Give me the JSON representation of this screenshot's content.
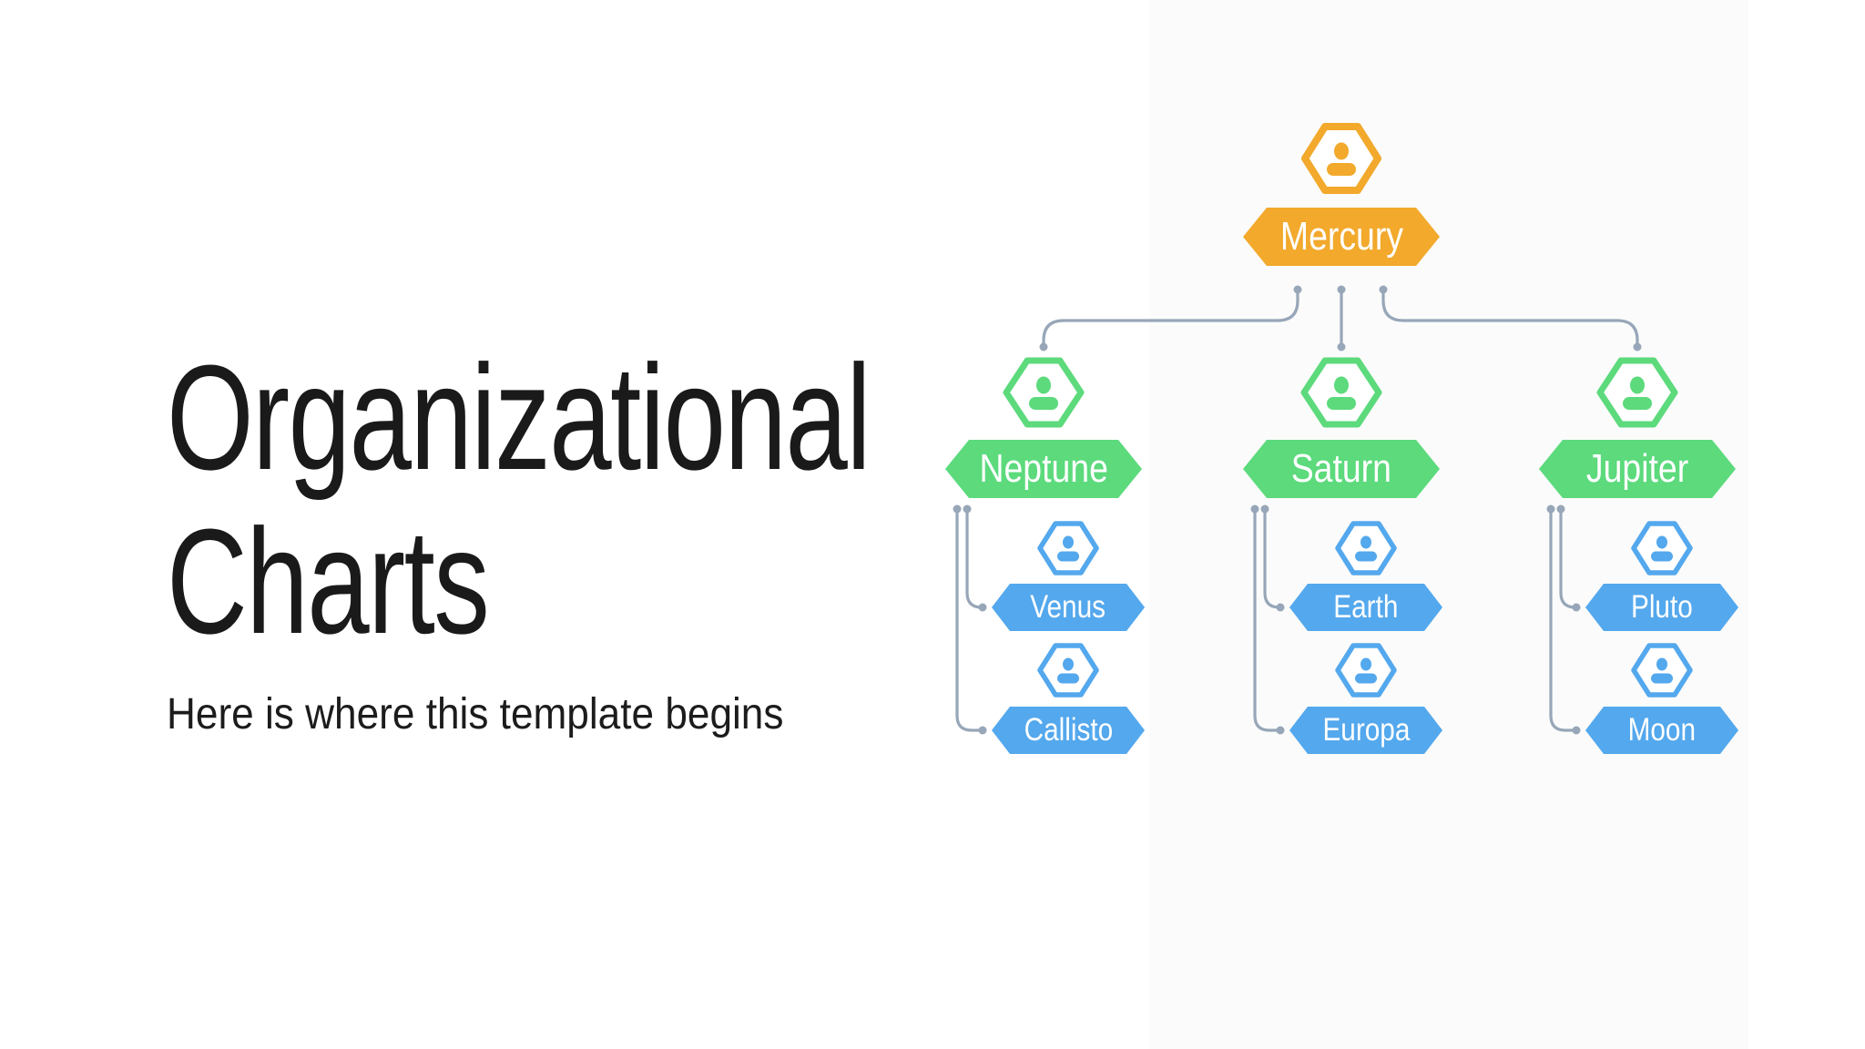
{
  "slide": {
    "title": "Organizational Charts",
    "subtitle": "Here is where this template begins"
  },
  "colors": {
    "root_node": "#F2A92C",
    "branch_node": "#5CDA7C",
    "leaf_node": "#54A8ED",
    "connector": "#97A6B8",
    "title_text": "#1A1A1A",
    "banner_text": "#FFFFFF",
    "background": "#FFFFFF"
  },
  "icons": {
    "node_icon": "person-icon"
  },
  "org_chart": {
    "root": {
      "label": "Mercury"
    },
    "branches": [
      {
        "label": "Neptune",
        "children": [
          {
            "label": "Venus"
          },
          {
            "label": "Callisto"
          }
        ]
      },
      {
        "label": "Saturn",
        "children": [
          {
            "label": "Earth"
          },
          {
            "label": "Europa"
          }
        ]
      },
      {
        "label": "Jupiter",
        "children": [
          {
            "label": "Pluto"
          },
          {
            "label": "Moon"
          }
        ]
      }
    ]
  }
}
